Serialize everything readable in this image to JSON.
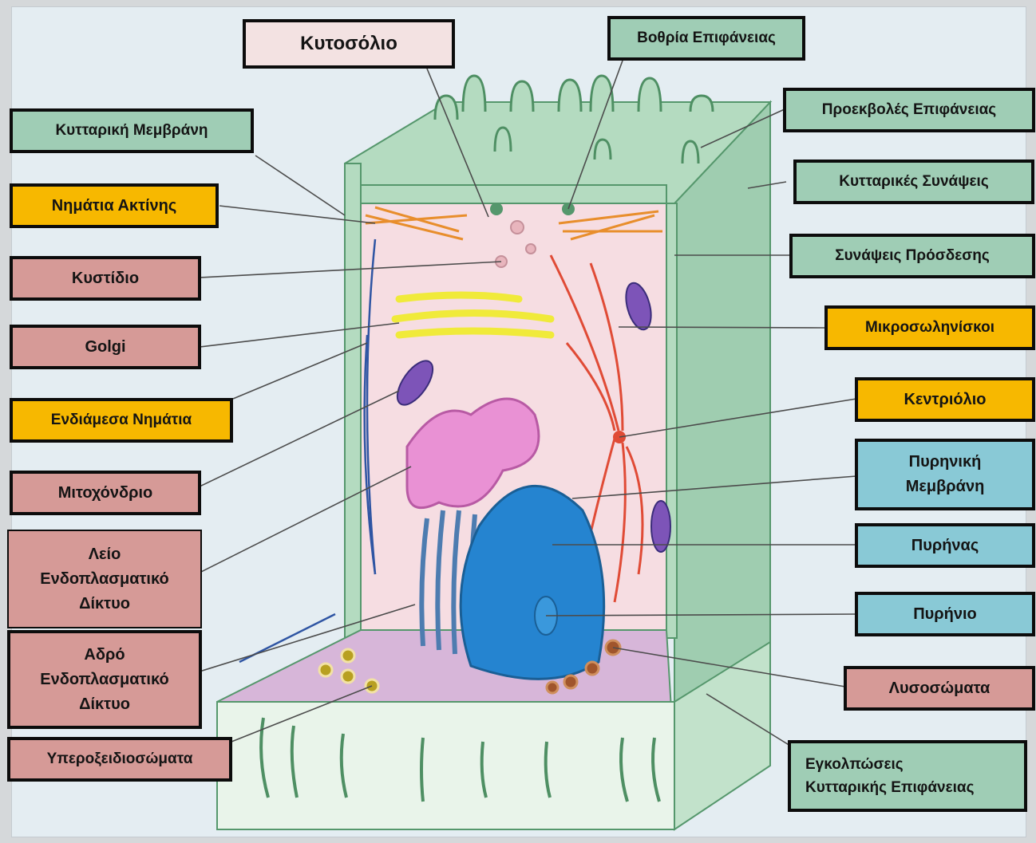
{
  "labels": {
    "cytosol": "Κυτοσόλιο",
    "surface_pits": "Βοθρία Επιφάνειας",
    "cell_membrane": "Κυτταρική Μεμβράνη",
    "surface_projections": "Προεκβολές Επιφάνειας",
    "cell_junctions": "Κυτταρικές Συνάψεις",
    "actin_filaments": "Νημάτια Ακτίνης",
    "adhesion_junctions": "Συνάψεις Πρόσδεσης",
    "vesicle": "Κυστίδιο",
    "microtubules": "Μικροσωληνίσκοι",
    "golgi": "Golgi",
    "intermediate_filaments": "Ενδιάμεσα Νημάτια",
    "centriole": "Κεντριόλιο",
    "nuclear_membrane": [
      "Πυρηνική",
      "Μεμβράνη"
    ],
    "mitochondrion": "Μιτοχόνδριο",
    "nucleus": "Πυρήνας",
    "smooth_er": [
      "Λείο",
      "Ενδοπλασματικό",
      "Δίκτυο"
    ],
    "nucleolus": "Πυρήνιο",
    "rough_er": [
      "Αδρό",
      "Ενδοπλασματικό",
      "Δίκτυο"
    ],
    "lysosomes": "Λυσοσώματα",
    "peroxisomes": "Υπεροξειδιοσώματα",
    "surface_invaginations": [
      "Εγκολπώσεις",
      "Κυτταρικής Επιφάνειας"
    ]
  },
  "colors": {
    "structure_green": "#9fcdb5",
    "cytoskeleton_yellow": "#f7b800",
    "organelle_red": "#d69a97",
    "nucleus_blue": "#89c9d6",
    "cytosol_pink": "#f3e2e2"
  }
}
